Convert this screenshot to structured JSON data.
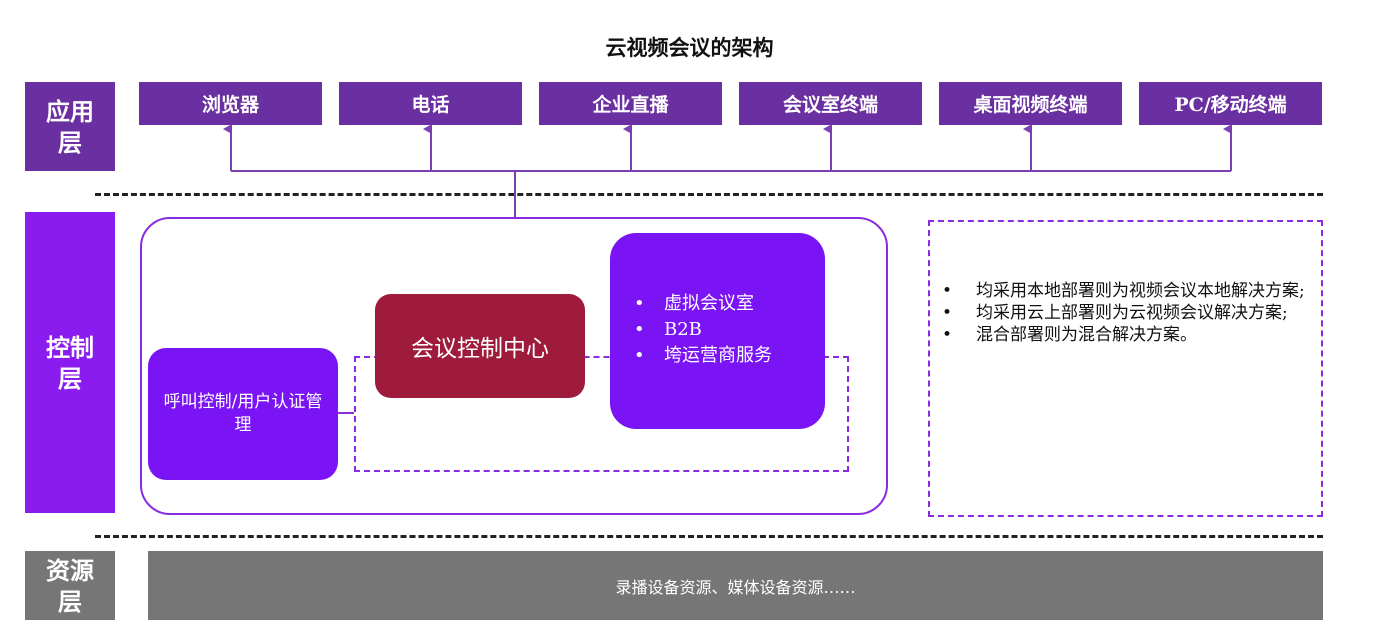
{
  "title": "云视频会议的架构",
  "colors": {
    "app_layer_label": "#6a2fa0",
    "control_layer_label": "#8a1cf0",
    "resource_layer_label": "#767676",
    "purple_box": "#7b14f5",
    "control_center": "#9e1b3c",
    "outline_purple": "#8a2be2",
    "resource_bar": "#767676"
  },
  "layers": {
    "application": "应用层",
    "control": "控制层",
    "resource": "资源层"
  },
  "app_terminals": [
    "浏览器",
    "电话",
    "企业直播",
    "会议室终端",
    "桌面视频终端",
    "PC/移动终端"
  ],
  "control": {
    "call_box": "呼叫控制/用户认证管理",
    "center": "会议控制中心",
    "bullet_symbol": "•",
    "services": [
      "虚拟会议室",
      "B2B",
      "垮运营商服务"
    ]
  },
  "notes": [
    "均采用本地部署则为视频会议本地解决方案;",
    "均采用云上部署则为云视频会议解决方案;",
    "混合部署则为混合解决方案。"
  ],
  "resource_bar_text": "录播设备资源、媒体设备资源……"
}
